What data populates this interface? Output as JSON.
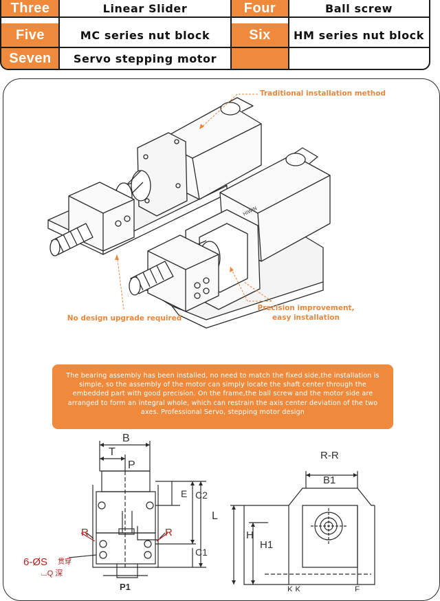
{
  "spec_table": {
    "rows": [
      [
        {
          "num": "Three",
          "text": "Linear Slider"
        },
        {
          "num": "Four",
          "text": "Ball screw"
        }
      ],
      [
        {
          "num": "Five",
          "text": "MC series nut block"
        },
        {
          "num": "Six",
          "text": "HM series nut block"
        }
      ],
      [
        {
          "num": "Seven",
          "text": "Servo stepping motor"
        },
        {
          "num": "",
          "text": ""
        }
      ]
    ],
    "accent_color": "#ef8a3c"
  },
  "illustration": {
    "label_traditional": "Traditional installation method",
    "label_no_upgrade": "No design upgrade required",
    "label_precision": "Precision improvement, easy installation",
    "motor_tag": "HIWIN"
  },
  "description": "The bearing assembly has been installed, no need to match the fixed side,the installation is simple, so the assembly of the motor can simply locate the shaft center through the embedded part with good precision. On the frame,the ball screw and the motor side are arranged to form an integral whole, which can restrain the axis center deviation of the two axes. Professional Servo, stepping motor design",
  "drawing": {
    "labels": {
      "B": "B",
      "T": "T",
      "P": "P",
      "E": "E",
      "C2": "C2",
      "L": "L",
      "R_left": "R",
      "R_right": "R",
      "C1": "C1",
      "holes": "6-ØS",
      "holes_cn": "贯穿",
      "counterbore": "⌴Q 深",
      "P1": "P1",
      "section": "R-R",
      "B1": "B1",
      "H": "H",
      "H1": "H1",
      "KK": "K K",
      "F": "F"
    }
  }
}
